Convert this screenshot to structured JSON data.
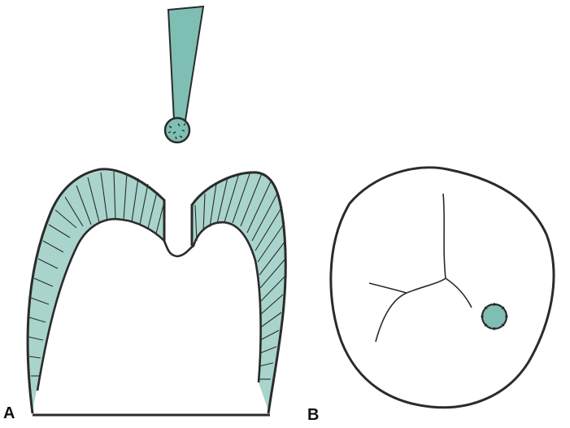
{
  "figure": {
    "panels": [
      {
        "label": "A",
        "content": "tooth-cross-section-with-bur"
      },
      {
        "label": "B",
        "content": "occlusal-view-with-bur-preparation"
      }
    ]
  },
  "colors": {
    "enamel_fill": "#a9d4cc",
    "bur_fill": "#7fbfb3",
    "outline": "#2b2b2b",
    "background": "#ffffff"
  },
  "icons": {
    "bur": "dental-bur-icon",
    "tooth_section": "tooth-cross-section",
    "occlusal_outline": "occlusal-outline"
  }
}
